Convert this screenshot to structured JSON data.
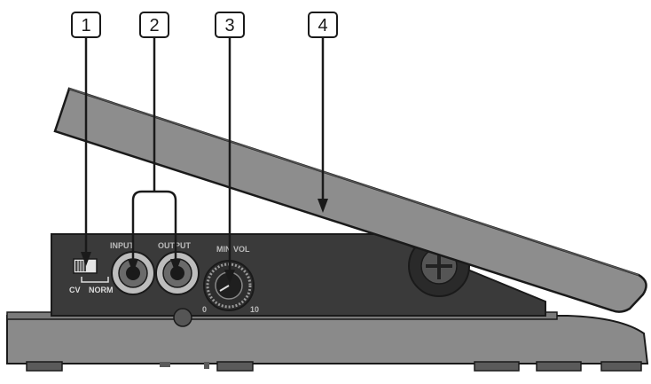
{
  "callouts": [
    {
      "label": "1"
    },
    {
      "label": "2"
    },
    {
      "label": "3"
    },
    {
      "label": "4"
    }
  ],
  "panel_labels": {
    "switch_left": "CV",
    "switch_right": "NORM",
    "jack_in": "INPUT",
    "jack_out": "OUTPUT",
    "knob": "MIN VOL",
    "knob_min": "0",
    "knob_max": "10"
  },
  "colors": {
    "body": "#8a8a8a",
    "body_dark": "#6f6f6f",
    "panel": "#3a3a3a",
    "pedal": "#8d8d8d",
    "outline": "#1a1a1a"
  }
}
